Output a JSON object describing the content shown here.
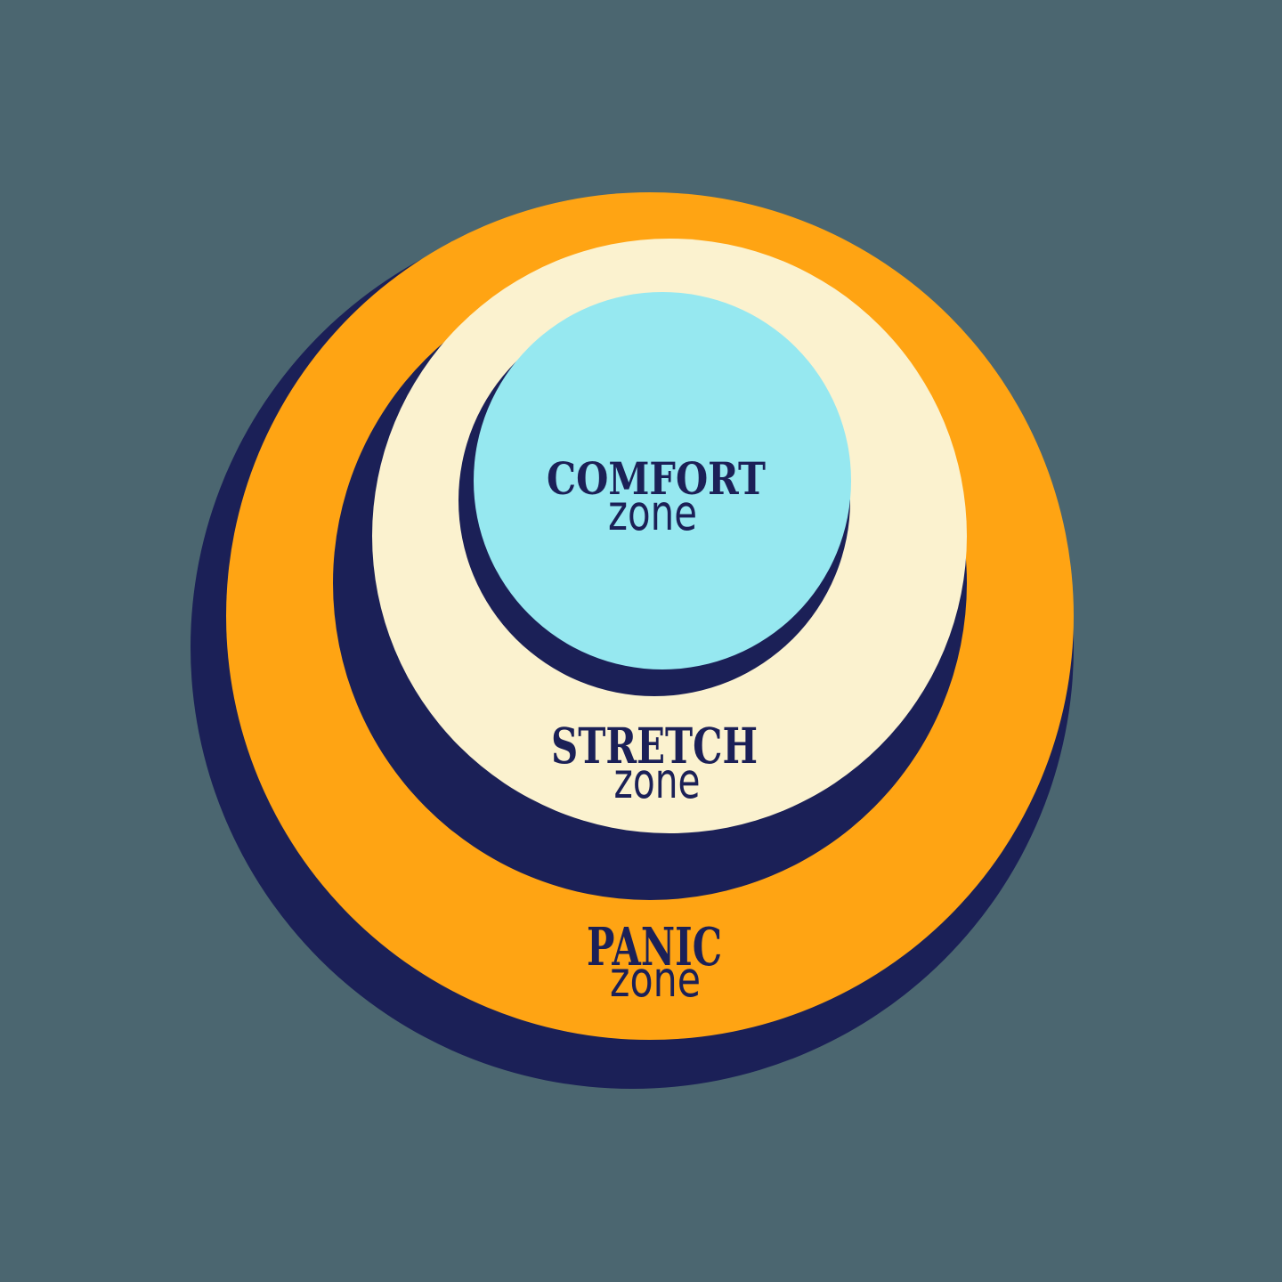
{
  "colors": {
    "background": "#4B6670",
    "shadow": "#1B2057",
    "text": "#1B2057"
  },
  "zones": {
    "comfort": {
      "name": "COMFORT",
      "label": "zone",
      "color": "#96E8F0"
    },
    "stretch": {
      "name": "STRETCH",
      "label": "zone",
      "color": "#FBF2CF"
    },
    "panic": {
      "name": "PANIC",
      "label": "zone",
      "color": "#FFA413"
    }
  }
}
